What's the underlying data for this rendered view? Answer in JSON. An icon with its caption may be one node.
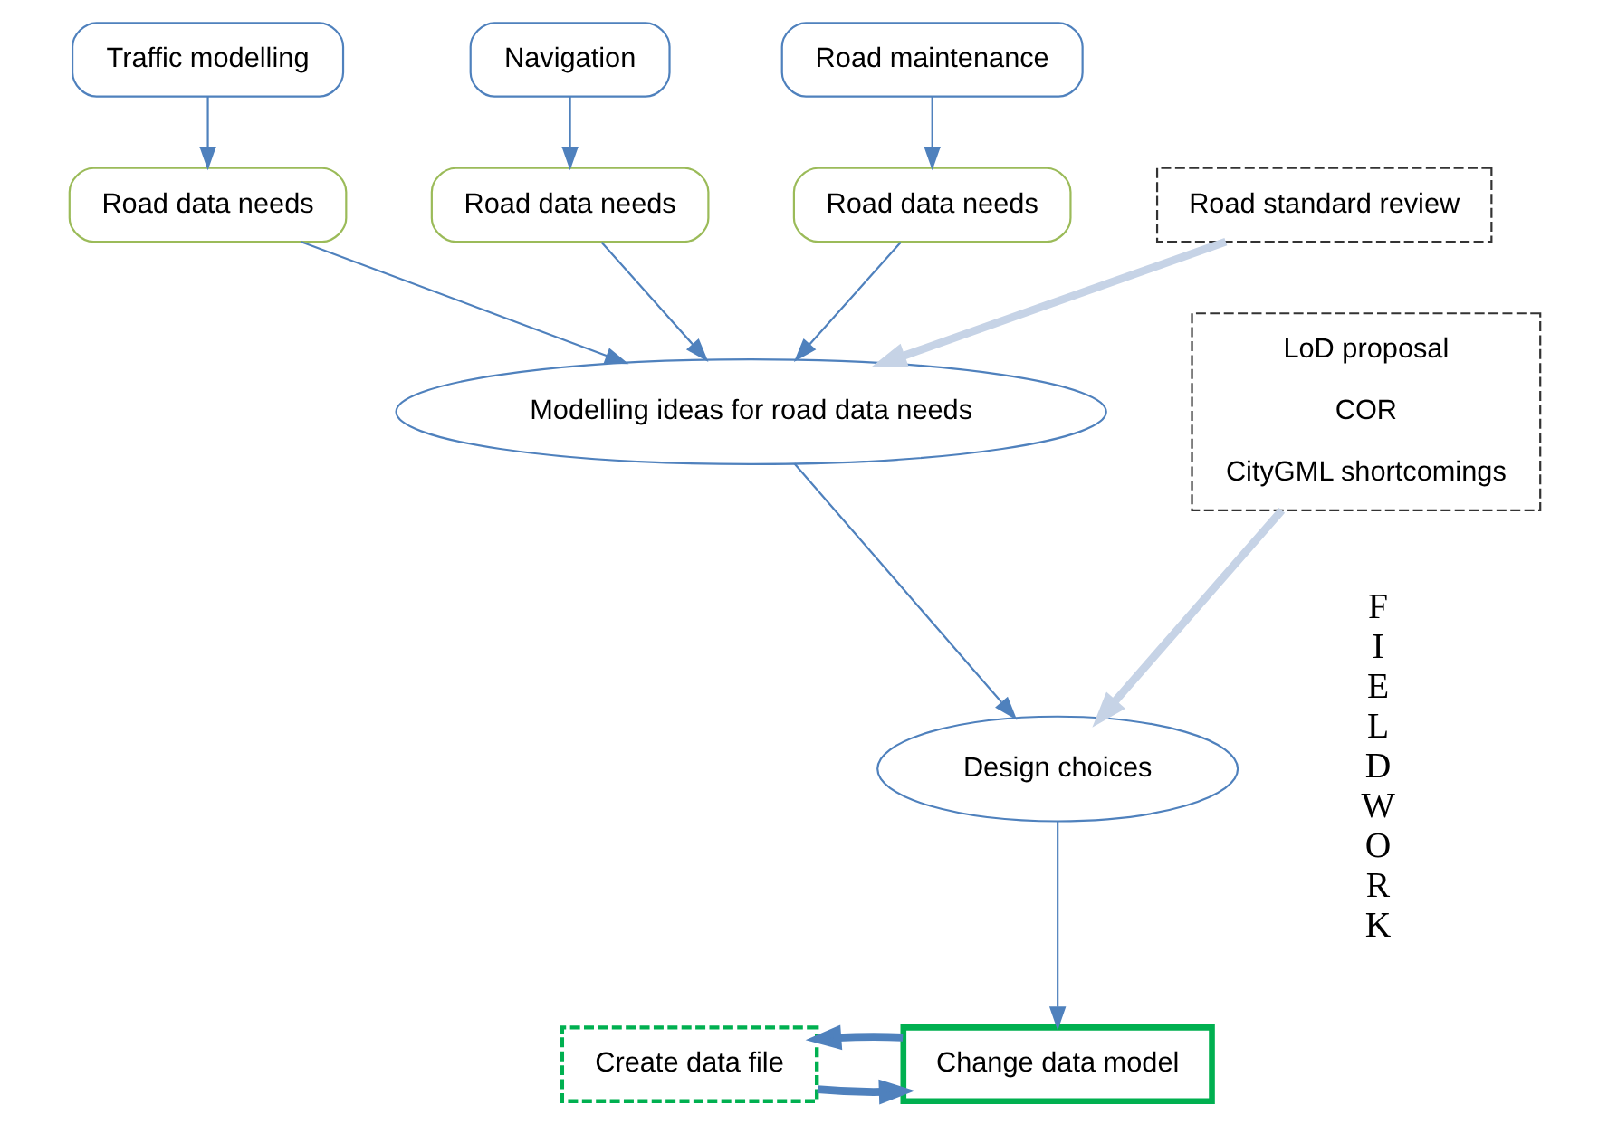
{
  "diagram": {
    "nodes": [
      {
        "text": [
          "Traffic modelling"
        ]
      },
      {
        "text": [
          "Navigation"
        ]
      },
      {
        "text": [
          "Road maintenance"
        ]
      },
      {
        "text": [
          "Road data needs"
        ]
      },
      {
        "text": [
          "Road data needs"
        ]
      },
      {
        "text": [
          "Road data needs"
        ]
      },
      {
        "text": [
          "Road standard review"
        ]
      },
      {
        "text": [
          "Modelling ideas for road data needs"
        ]
      },
      {
        "text": [
          "LoD proposal",
          "COR",
          "CityGML shortcomings"
        ]
      },
      {
        "text": [
          "Design choices"
        ]
      },
      {
        "text": [
          "Create data file"
        ]
      },
      {
        "text": [
          "Change data model"
        ]
      }
    ],
    "edges": [
      {
        "from": 0,
        "to": 3,
        "arrow": "to"
      },
      {
        "from": 1,
        "to": 4,
        "arrow": "to"
      },
      {
        "from": 2,
        "to": 5,
        "arrow": "to"
      },
      {
        "from": 3,
        "to": 7,
        "arrow": "to"
      },
      {
        "from": 4,
        "to": 7,
        "arrow": "to"
      },
      {
        "from": 5,
        "to": 7,
        "arrow": "to"
      },
      {
        "from": 6,
        "to": 7,
        "arrow": "to",
        "style": "thick",
        "color": "#c6d3e6"
      },
      {
        "from": 7,
        "to": 9,
        "arrow": "to"
      },
      {
        "from": 8,
        "to": 9,
        "arrow": "to",
        "style": "thick",
        "color": "#c6d3e6"
      },
      {
        "from": 9,
        "to": 11,
        "arrow": "to"
      },
      {
        "from": 10,
        "to": 11,
        "arrow": "to",
        "style": "thick"
      },
      {
        "from": 11,
        "to": 10,
        "arrow": "to",
        "style": "thick"
      }
    ],
    "labels": [
      "FIELDWORK"
    ]
  }
}
